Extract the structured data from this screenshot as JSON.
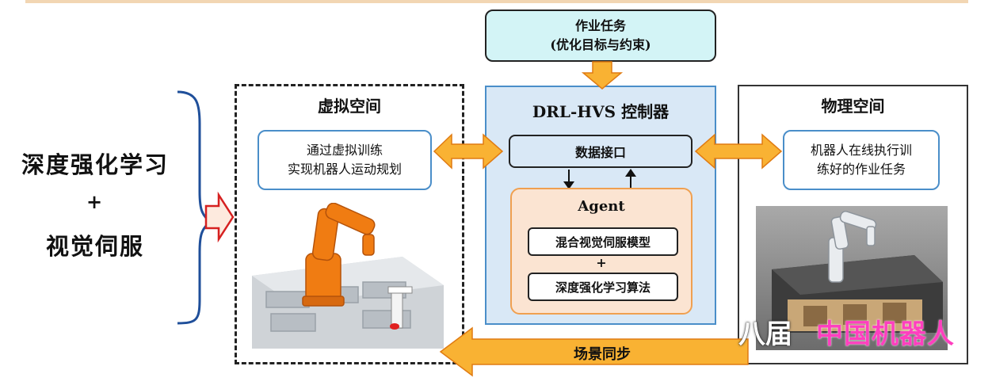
{
  "left_panel": {
    "line1": "深度强化学习",
    "plus": "+",
    "line2": "视觉伺服"
  },
  "task_box": {
    "line1": "作业任务",
    "line2": "(优化目标与约束)"
  },
  "virtual_space": {
    "title": "虚拟空间",
    "desc_line1": "通过虚拟训练",
    "desc_line2": "实现机器人运动规划"
  },
  "controller": {
    "title": "DRL-HVS 控制器",
    "interface": "数据接口",
    "agent_title": "Agent",
    "model1": "混合视觉伺服模型",
    "plus": "+",
    "model2": "深度强化学习算法"
  },
  "physical_space": {
    "title": "物理空间",
    "desc_line1": "机器人在线执行训",
    "desc_line2": "练好的作业任务"
  },
  "sync_label": "场景同步",
  "watermark": {
    "part1": "八届",
    "part2": "中国机器人"
  },
  "colors": {
    "arrow_fill": "#f9b233",
    "arrow_stroke": "#e07b12",
    "controller_bg": "#d9e8f6",
    "agent_bg": "#fbe4d2",
    "task_bg": "#d3f4f6",
    "robot_orange": "#f07c12"
  }
}
